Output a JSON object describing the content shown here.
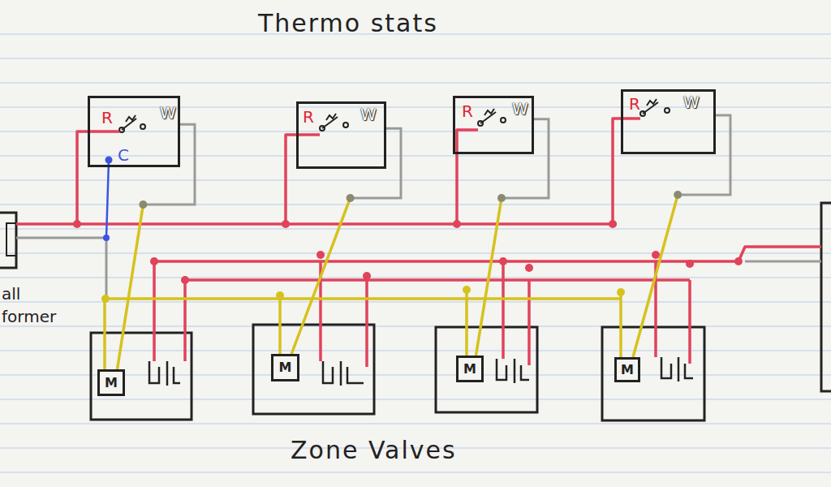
{
  "diagram": {
    "title": "Thermo stats",
    "caption": "Zone Valves",
    "nodes": [
      {
        "text": [
          "R",
          "W",
          "C"
        ]
      },
      {
        "text": [
          "R",
          "W"
        ]
      },
      {
        "text": [
          "R",
          "W"
        ]
      },
      {
        "text": [
          "R",
          "W"
        ]
      },
      {
        "text": [
          "M"
        ]
      },
      {
        "text": [
          "M"
        ]
      },
      {
        "text": [
          "M"
        ]
      },
      {
        "text": [
          "M"
        ]
      }
    ],
    "edges": [
      {
        "from": 0,
        "to": 4,
        "arrow": "none"
      },
      {
        "from": 1,
        "to": 5,
        "arrow": "none"
      },
      {
        "from": 2,
        "to": 6,
        "arrow": "none"
      },
      {
        "from": 3,
        "to": 7,
        "arrow": "none"
      }
    ],
    "labels": [
      "all",
      "former"
    ]
  }
}
